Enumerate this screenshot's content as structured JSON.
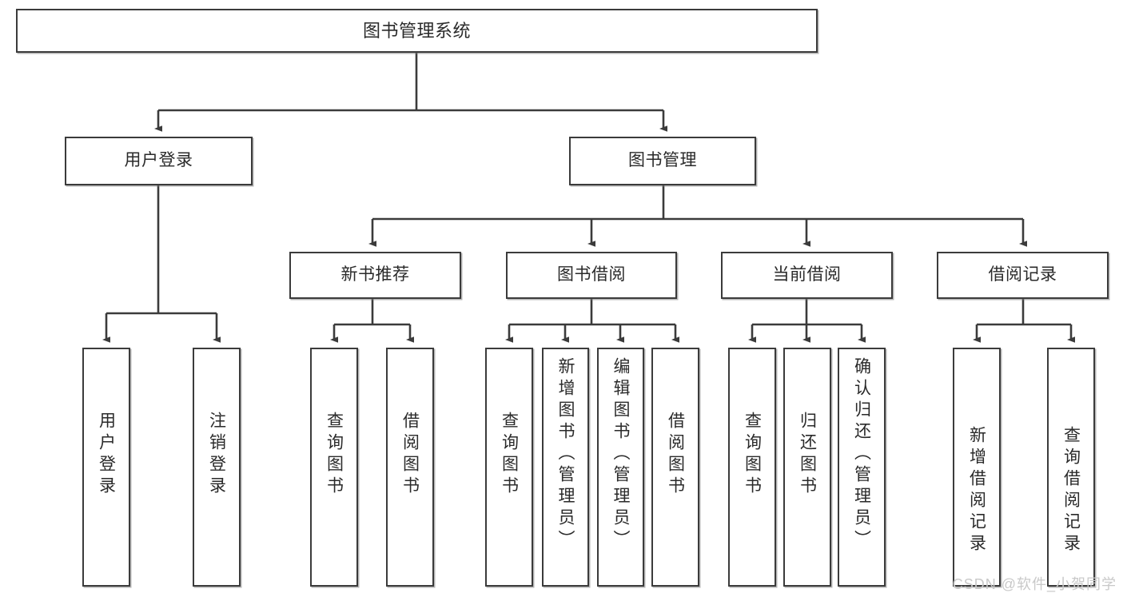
{
  "diagram": {
    "title": "图书管理系统",
    "root": {
      "label": "图书管理系统"
    },
    "level2": [
      {
        "label": "用户登录"
      },
      {
        "label": "图书管理"
      }
    ],
    "level3": [
      {
        "label": "新书推荐"
      },
      {
        "label": "图书借阅"
      },
      {
        "label": "当前借阅"
      },
      {
        "label": "借阅记录"
      }
    ],
    "leaves": [
      {
        "label": "用户登录"
      },
      {
        "label": "注销登录"
      },
      {
        "label": "查询图书"
      },
      {
        "label": "借阅图书"
      },
      {
        "label": "查询图书"
      },
      {
        "label": "新增图书（管理员）"
      },
      {
        "label": "编辑图书（管理员）"
      },
      {
        "label": "借阅图书"
      },
      {
        "label": "查询图书"
      },
      {
        "label": "归还图书"
      },
      {
        "label": "确认归还（管理员）"
      },
      {
        "label": "新增借阅记录"
      },
      {
        "label": "查询借阅记录"
      }
    ]
  },
  "watermark": {
    "text": "CSDN @软件_小贺同学"
  },
  "colors": {
    "border": "#3b3b3b",
    "text": "#2a2a2a",
    "background": "#ffffff",
    "watermark": "#c9c9c9"
  }
}
